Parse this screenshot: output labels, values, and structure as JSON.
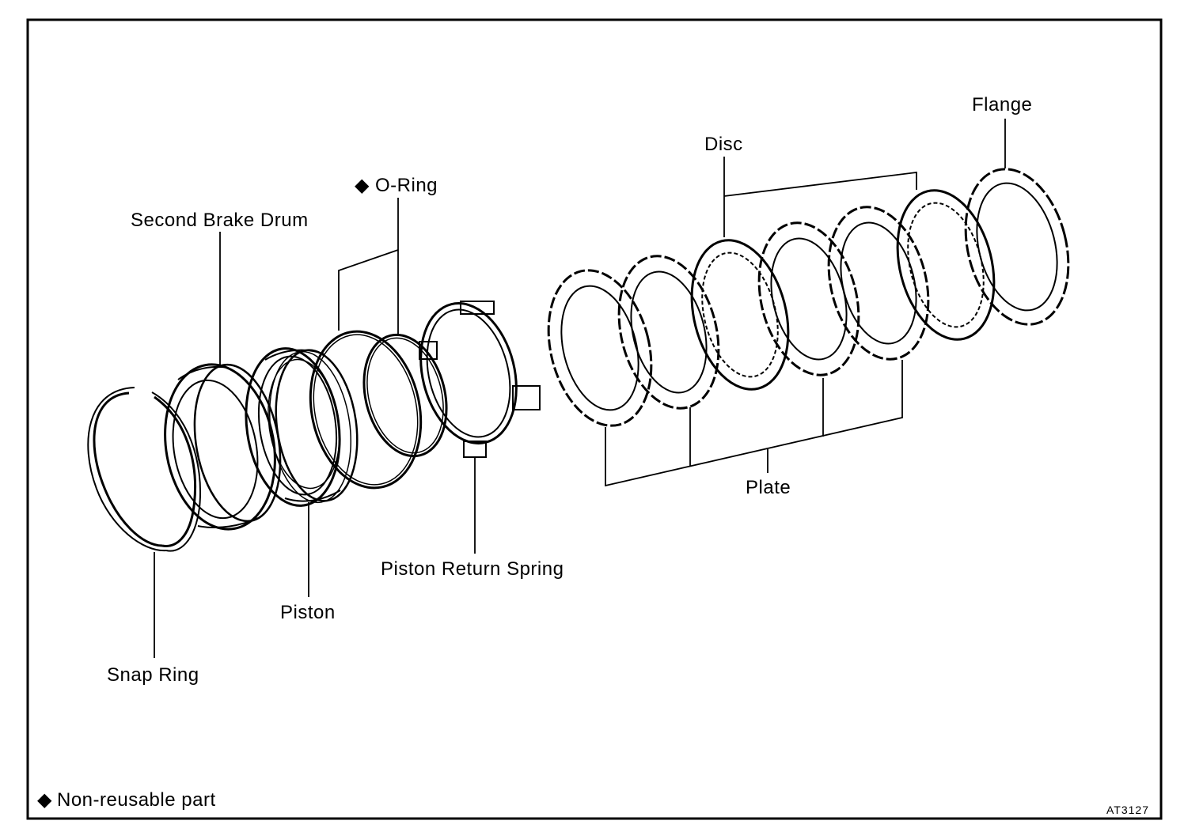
{
  "diagram": {
    "labels": {
      "flange": "Flange",
      "disc": "Disc",
      "o_ring": "O-Ring",
      "second_brake_drum": "Second Brake Drum",
      "plate": "Plate",
      "piston_return_spring": "Piston Return Spring",
      "piston": "Piston",
      "snap_ring": "Snap Ring"
    },
    "legend": {
      "symbol": "◆",
      "text": "Non-reusable part"
    },
    "figure_code": "AT3127",
    "colors": {
      "ink": "#000000",
      "paper": "#ffffff"
    }
  }
}
